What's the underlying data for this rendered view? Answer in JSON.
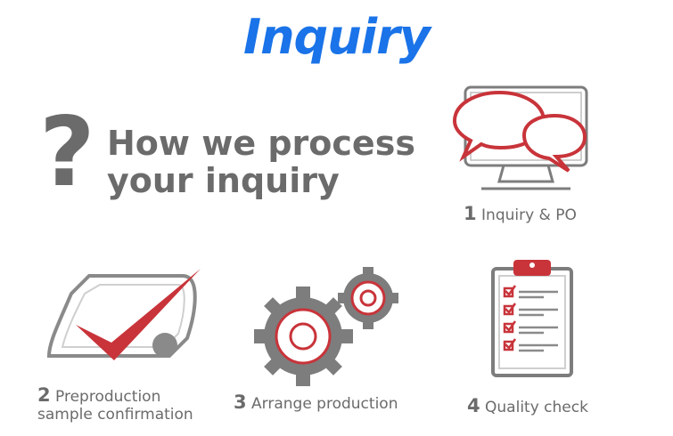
{
  "header": {
    "title": "Inquiry"
  },
  "intro": {
    "question_mark": "?",
    "line1": "How we process",
    "line2": "your inquiry"
  },
  "steps": [
    {
      "number": "1",
      "label": "Inquiry & PO"
    },
    {
      "number": "2",
      "label": "Preproduction",
      "label2": "sample confirmation"
    },
    {
      "number": "3",
      "label": "Arrange production"
    },
    {
      "number": "4",
      "label": "Quality check"
    }
  ],
  "colors": {
    "title_blue": "#1a73e8",
    "text_gray": "#6b6b6b",
    "accent_red": "#c8343a",
    "icon_gray": "#7d7d7d"
  },
  "icons": [
    "monitor-chat-icon",
    "map-check-icon",
    "gears-icon",
    "clipboard-checklist-icon"
  ]
}
